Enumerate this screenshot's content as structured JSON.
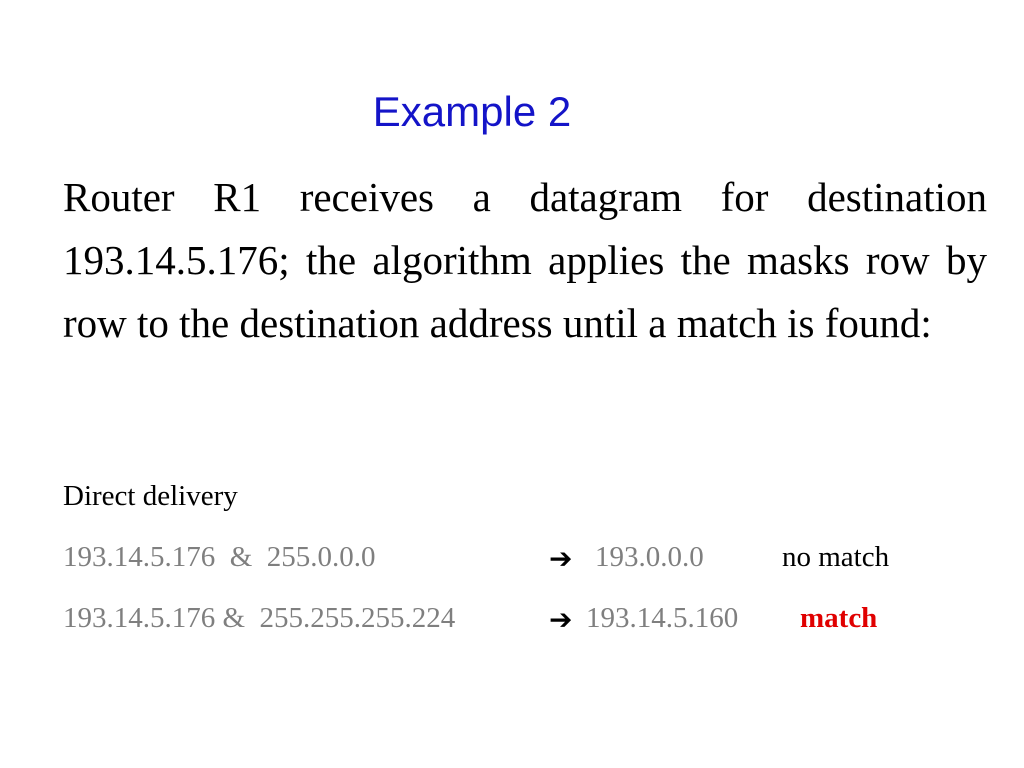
{
  "slide": {
    "title": "Example 2",
    "body": "Router R1 receives a datagram for destination 193.14.5.176; the algorithm applies the masks row by row to the destination address until a match is found:",
    "section_label": "Direct delivery",
    "rows": [
      {
        "address_and_mask": "193.14.5.176  &  255.0.0.0",
        "arrow_icon": "right-arrow-icon",
        "result_address": "193.0.0.0",
        "result_status": "no match"
      },
      {
        "address_and_mask": "193.14.5.176 &  255.255.255.224",
        "arrow_icon": "right-arrow-icon",
        "result_address": "193.14.5.160",
        "result_status": "match"
      }
    ],
    "colors": {
      "title": "#1414c8",
      "row_text": "#7f7f7f",
      "match": "#e00000"
    }
  }
}
